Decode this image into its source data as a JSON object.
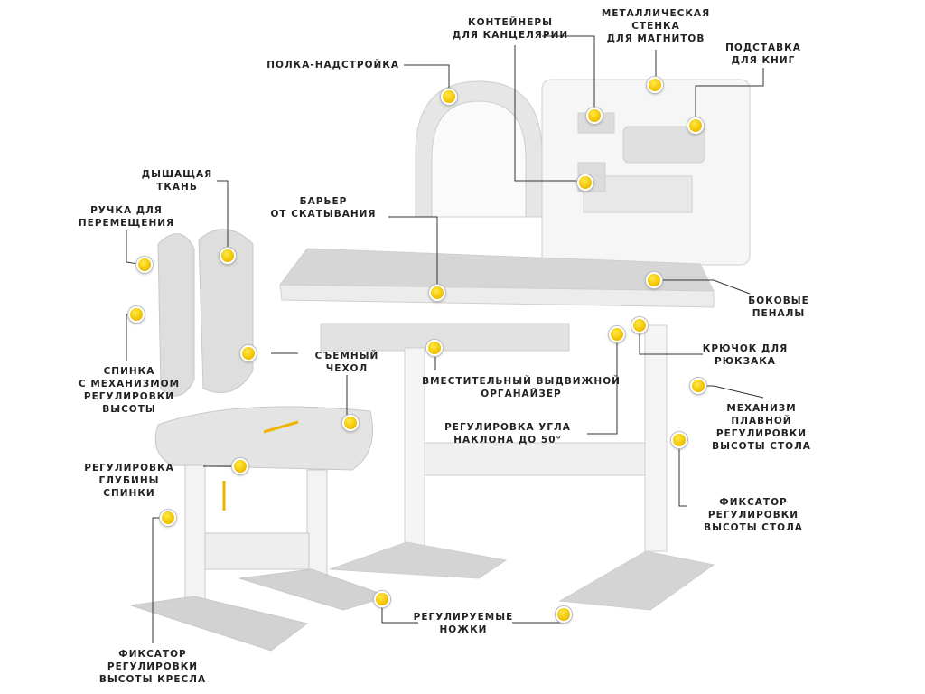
{
  "labels": {
    "shelf": [
      "ПОЛКА-НАДСТРОЙКА"
    ],
    "containers": [
      "КОНТЕЙНЕРЫ",
      "ДЛЯ КАНЦЕЛЯРИИ"
    ],
    "metal_wall": [
      "МЕТАЛЛИЧЕСКАЯ",
      "СТЕНКА",
      "ДЛЯ МАГНИТОВ"
    ],
    "book_stand": [
      "ПОДСТАВКА",
      "ДЛЯ КНИГ"
    ],
    "breathable_fabric": [
      "ДЫШАЩАЯ",
      "ТКАНЬ"
    ],
    "carry_handle": [
      "РУЧКА ДЛЯ",
      "ПЕРЕМЕЩЕНИЯ"
    ],
    "barrier": [
      "БАРЬЕР",
      "ОТ СКАТЫВАНИЯ"
    ],
    "side_cases": [
      "БОКОВЫЕ",
      "ПЕНАЛЫ"
    ],
    "backrest": [
      "СПИНКА",
      "С МЕХАНИЗМОМ",
      "РЕГУЛИРОВКИ",
      "ВЫСОТЫ"
    ],
    "cover": [
      "СЪЕМНЫЙ",
      "ЧЕХОЛ"
    ],
    "hook": [
      "КРЮЧОК ДЛЯ",
      "РЮКЗАКА"
    ],
    "organizer": [
      "ВМЕСТИТЕЛЬНЫЙ ВЫДВИЖНОЙ",
      "ОРГАНАЙЗЕР"
    ],
    "height_mechanism": [
      "МЕХАНИЗМ",
      "ПЛАВНОЙ",
      "РЕГУЛИРОВКИ",
      "ВЫСОТЫ СТОЛА"
    ],
    "tilt": [
      "РЕГУЛИРОВКА УГЛА",
      "НАКЛОНА ДО 50°"
    ],
    "back_depth": [
      "РЕГУЛИРОВКА",
      "ГЛУБИНЫ",
      "СПИНКИ"
    ],
    "table_lock": [
      "ФИКСАТОР",
      "РЕГУЛИРОВКИ",
      "ВЫСОТЫ СТОЛА"
    ],
    "feet": [
      "РЕГУЛИРУЕМЫЕ",
      "НОЖКИ"
    ],
    "chair_lock": [
      "ФИКСАТОР",
      "РЕГУЛИРОВКИ",
      "ВЫСОТЫ КРЕСЛА"
    ]
  },
  "colors": {
    "marker": "#f1c400",
    "furniture": "#d9d9d9",
    "frame": "#f2f2f2",
    "text": "#222222",
    "arrow": "#f0b400"
  }
}
